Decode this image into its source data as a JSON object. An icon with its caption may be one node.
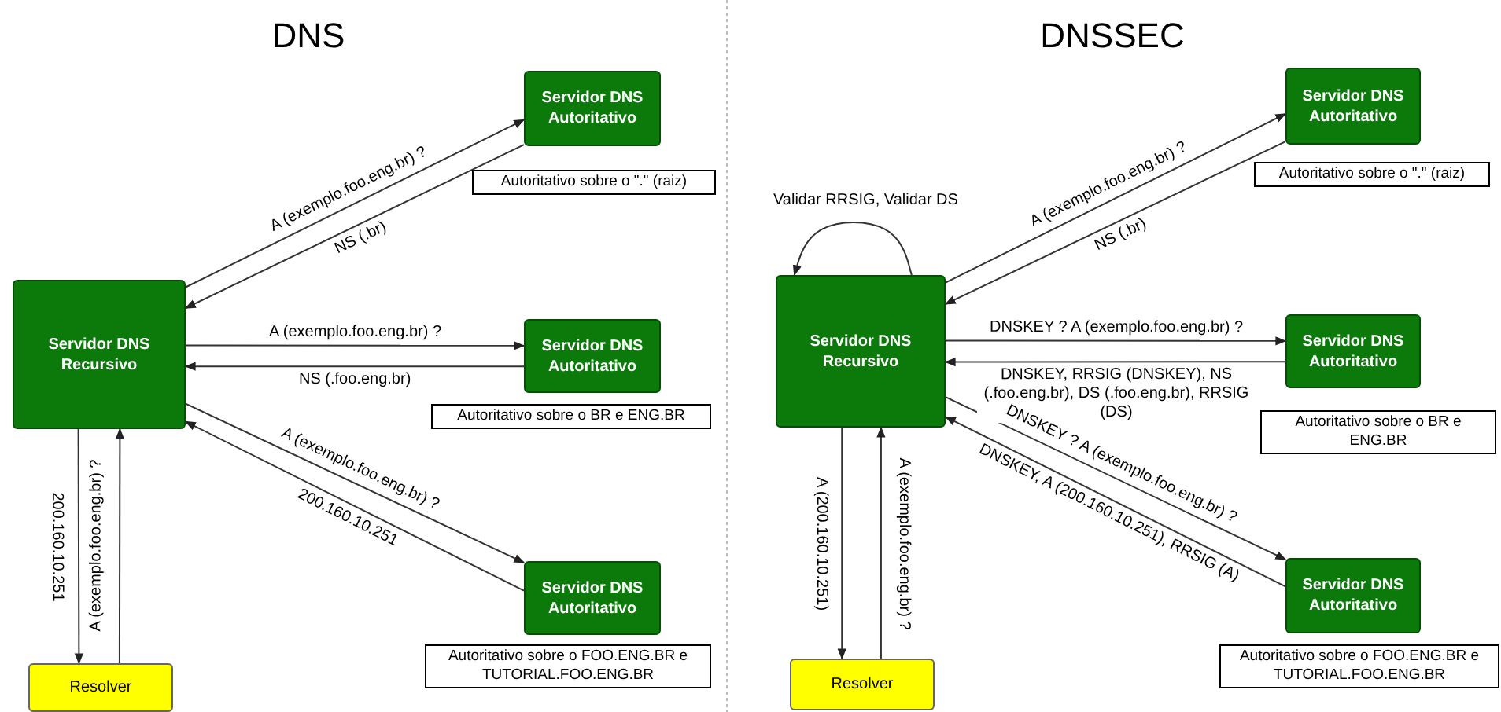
{
  "diagram": {
    "nodes": [
      {
        "text": [
          "Servidor DNS Recursivo"
        ]
      },
      {
        "text": [
          "Servidor DNS Autoritativo"
        ],
        "beside": [
          "Autoritativo sobre o \".\" (raiz)"
        ]
      },
      {
        "text": [
          "Servidor DNS Autoritativo"
        ],
        "beside": [
          "Autoritativo sobre o BR e ENG.BR"
        ]
      },
      {
        "text": [
          "Servidor DNS Autoritativo"
        ],
        "beside": [
          "Autoritativo sobre o FOO.ENG.BR e TUTORIAL.FOO.ENG.BR"
        ]
      },
      {
        "text": [
          "Resolver"
        ]
      },
      {
        "text": [
          "Servidor DNS Recursivo"
        ]
      },
      {
        "text": [
          "Servidor DNS Autoritativo"
        ],
        "beside": [
          "Autoritativo sobre o \".\" (raiz)"
        ]
      },
      {
        "text": [
          "Servidor DNS Autoritativo"
        ],
        "beside": [
          "Autoritativo sobre o BR e ENG.BR"
        ]
      },
      {
        "text": [
          "Servidor DNS Autoritativo"
        ],
        "beside": [
          "Autoritativo sobre o FOO.ENG.BR e TUTORIAL.FOO.ENG.BR"
        ]
      },
      {
        "text": [
          "Resolver"
        ]
      }
    ],
    "edges": [
      {
        "from": 0,
        "to": 1,
        "arrow": "to",
        "label": "A (exemplo.foo.eng.br) ?"
      },
      {
        "from": 1,
        "to": 0,
        "arrow": "to",
        "label": "NS (.br)"
      },
      {
        "from": 0,
        "to": 2,
        "arrow": "to",
        "label": "A (exemplo.foo.eng.br) ?"
      },
      {
        "from": 2,
        "to": 0,
        "arrow": "to",
        "label": "NS (.foo.eng.br)"
      },
      {
        "from": 0,
        "to": 3,
        "arrow": "to",
        "label": "A (exemplo.foo.eng.br) ?"
      },
      {
        "from": 3,
        "to": 0,
        "arrow": "to",
        "label": "200.160.10.251"
      },
      {
        "from": 0,
        "to": 4,
        "arrow": "to",
        "label": "200.160.10.251"
      },
      {
        "from": 4,
        "to": 0,
        "arrow": "to",
        "label": "A (exemplo.foo.eng.br) ?"
      },
      {
        "from": 5,
        "to": 5,
        "arrow": "to",
        "label": "Validar RRSIG, Validar DS"
      },
      {
        "from": 5,
        "to": 6,
        "arrow": "to",
        "label": "A (exemplo.foo.eng.br) ?"
      },
      {
        "from": 6,
        "to": 5,
        "arrow": "to",
        "label": "NS (.br)"
      },
      {
        "from": 5,
        "to": 7,
        "arrow": "to",
        "label": "DNSKEY ? A (exemplo.foo.eng.br) ?"
      },
      {
        "from": 7,
        "to": 5,
        "arrow": "to",
        "label": "DNSKEY, RRSIG (DNSKEY), NS (.foo.eng.br), DS (.foo.eng.br), RRSIG (DS)"
      },
      {
        "from": 5,
        "to": 8,
        "arrow": "to",
        "label": "DNSKEY ? A (exemplo.foo.eng.br) ?"
      },
      {
        "from": 8,
        "to": 5,
        "arrow": "to",
        "label": "DNSKEY, A (200.160.10.251), RRSIG (A)"
      },
      {
        "from": 5,
        "to": 9,
        "arrow": "to",
        "label": "A (200.160.10.251)"
      },
      {
        "from": 9,
        "to": 5,
        "arrow": "to",
        "label": "A (exemplo.foo.eng.br) ?"
      }
    ],
    "labels": [
      "DNS",
      "DNSSEC"
    ]
  }
}
